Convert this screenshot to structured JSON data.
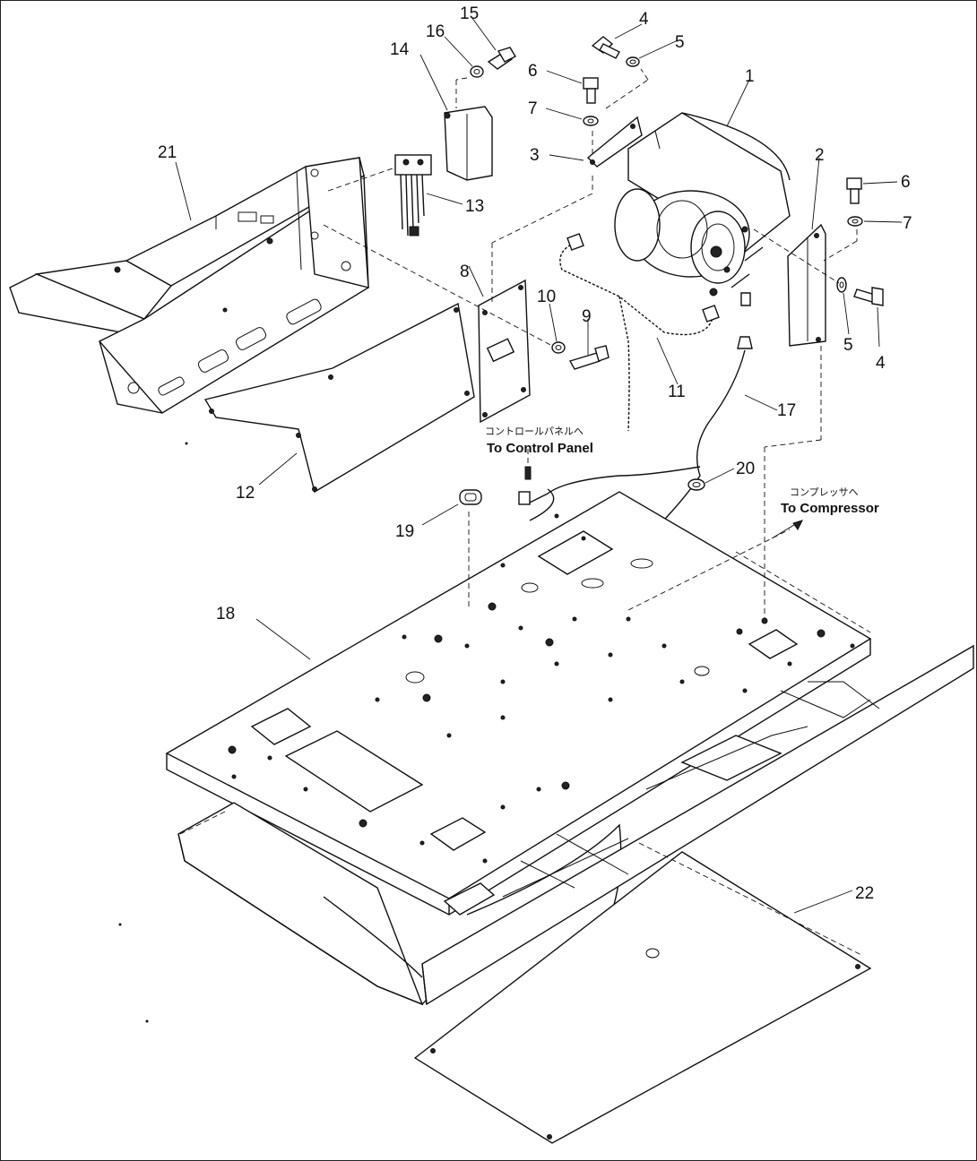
{
  "callouts": {
    "c1": "1",
    "c2": "2",
    "c3": "3",
    "c4a": "4",
    "c4b": "4",
    "c5a": "5",
    "c5b": "5",
    "c6a": "6",
    "c6b": "6",
    "c7a": "7",
    "c7b": "7",
    "c8": "8",
    "c9": "9",
    "c10": "10",
    "c11": "11",
    "c12": "12",
    "c13": "13",
    "c14": "14",
    "c15": "15",
    "c16": "16",
    "c17": "17",
    "c18": "18",
    "c19": "19",
    "c20": "20",
    "c21": "21",
    "c22": "22"
  },
  "notes": {
    "control_panel_jp": "コントロールパネルへ",
    "control_panel_en": "To Control Panel",
    "compressor_jp": "コンプレッサへ",
    "compressor_en": "To Compressor"
  }
}
